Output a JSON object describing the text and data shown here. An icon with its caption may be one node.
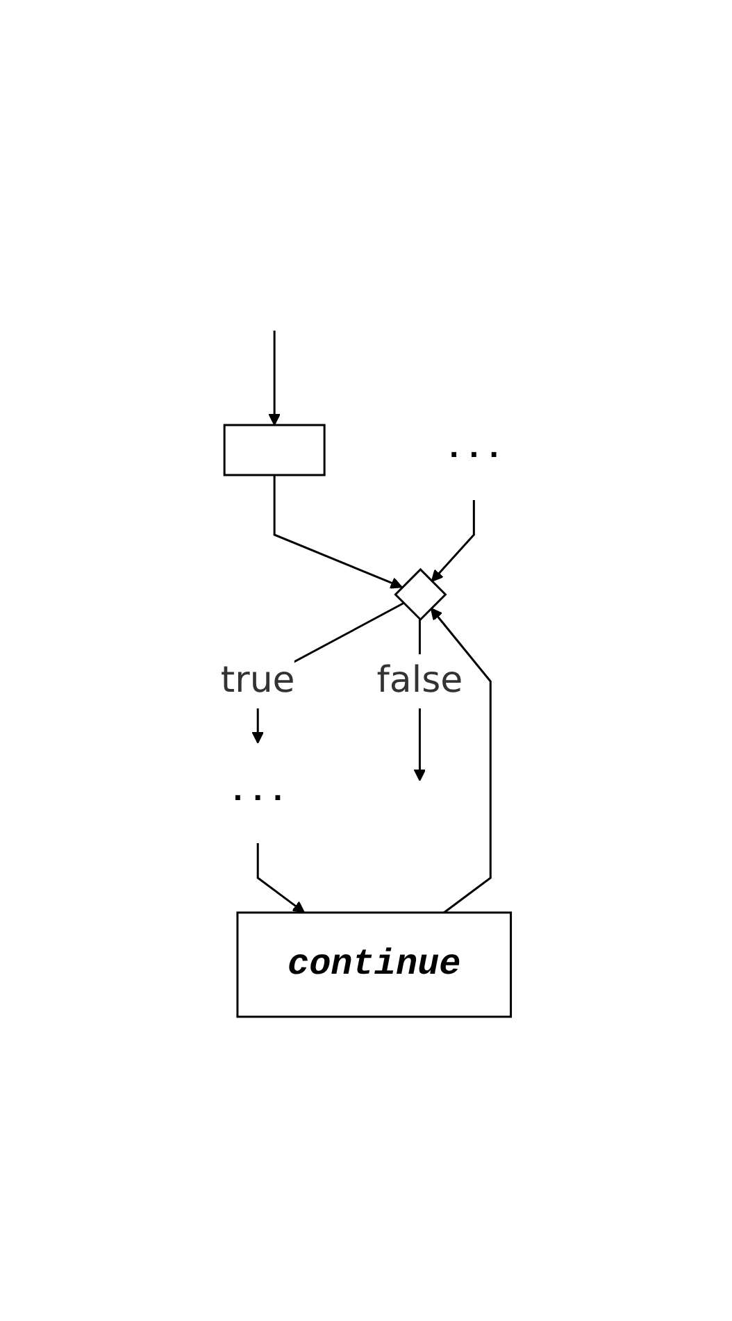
{
  "diagram": {
    "nodes": [
      {
        "text": [],
        "shape": "box"
      },
      {
        "text": [],
        "shape": "diamond"
      },
      {
        "text": [
          "..."
        ]
      },
      {
        "text": [
          "continue"
        ]
      },
      {
        "text": [
          "..."
        ]
      }
    ],
    "edges": [
      {
        "from": null,
        "to": 0,
        "arrow": "to"
      },
      {
        "from": 0,
        "to": 1,
        "arrow": "to"
      },
      {
        "from": 1,
        "to": 2,
        "label": "true",
        "arrow": "to"
      },
      {
        "from": 2,
        "to": 3,
        "arrow": "to"
      },
      {
        "from": 3,
        "to": 1,
        "arrow": "to"
      },
      {
        "from": 4,
        "to": 1,
        "arrow": "to"
      },
      {
        "from": 1,
        "to": null,
        "label": "false",
        "arrow": "to"
      }
    ]
  }
}
